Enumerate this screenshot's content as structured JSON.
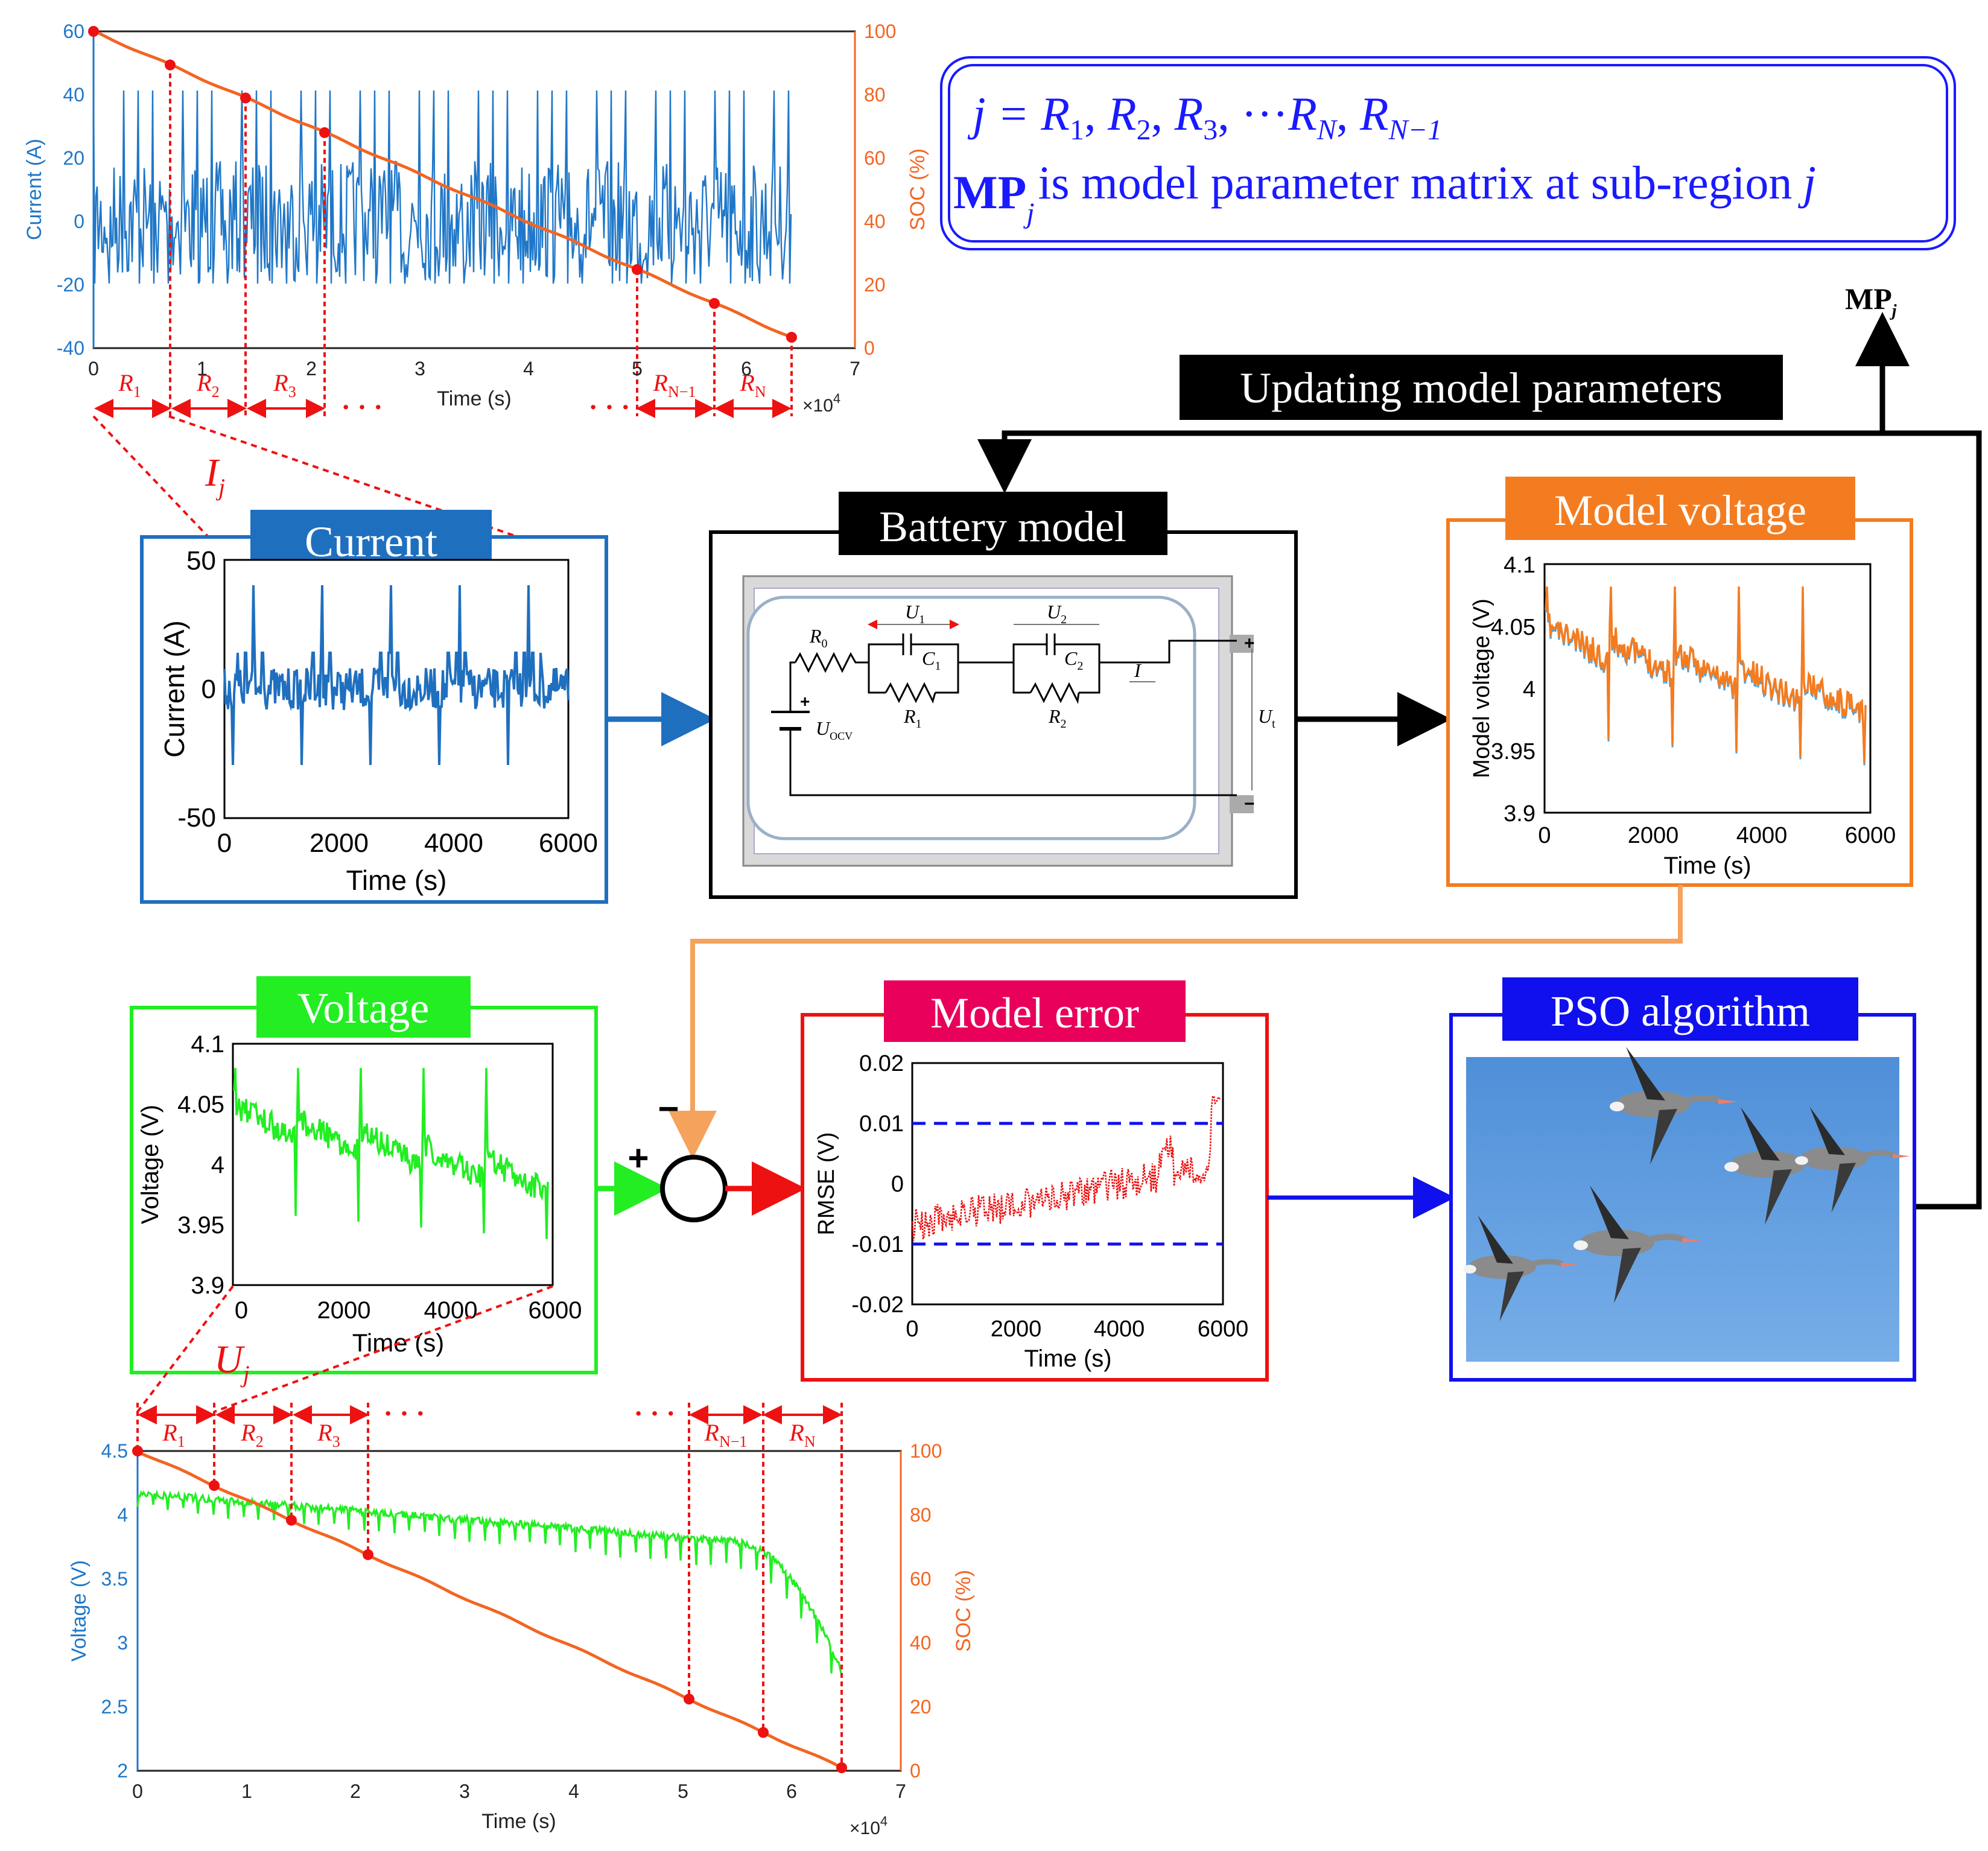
{
  "top_chart": {
    "y_left_label": "Current (A)",
    "y_right_label": "SOC (%)",
    "x_label": "Time (s)",
    "x_exponent": "×10",
    "x_exponent_power": "4",
    "y_left_ticks": [
      "60",
      "40",
      "20",
      "0",
      "-20",
      "-40"
    ],
    "y_right_ticks": [
      "100",
      "80",
      "60",
      "40",
      "20",
      "0"
    ],
    "x_ticks": [
      "0",
      "1",
      "2",
      "3",
      "4",
      "5",
      "6",
      "7"
    ],
    "region_labels": [
      "R",
      "R",
      "R",
      "R",
      "R"
    ],
    "region_subs": [
      "1",
      "2",
      "3",
      "N−1",
      "N"
    ],
    "ellipsis": "· · ·",
    "current_colour": "#1f77c8",
    "soc_colour": "#f26522"
  },
  "ij_label": "I",
  "ij_sub": "j",
  "uj_label": "U",
  "uj_sub": "j",
  "formula": {
    "line1": {
      "prefix": "j = ",
      "terms": [
        {
          "base": "R",
          "sub": "1"
        },
        {
          "base": "R",
          "sub": "2"
        },
        {
          "base": "R",
          "sub": "3"
        },
        {
          "base": "R",
          "sub": "N"
        },
        {
          "base": "R",
          "sub": "N−1"
        }
      ],
      "dots": "···"
    },
    "line2": {
      "mp": "MP",
      "sub": "j",
      "text": "is model parameter matrix at sub-region",
      "tail": "j"
    },
    "colour": "#1a1aff"
  },
  "mp_label": "MP",
  "mp_sub": "j",
  "update_label": "Updating model parameters",
  "current_panel": {
    "title": "Current",
    "title_bg": "#1f6fbf",
    "y_label": "Current (A)",
    "x_label": "Time (s)",
    "y_ticks": [
      "50",
      "0",
      "-50"
    ],
    "x_ticks": [
      "0",
      "2000",
      "4000",
      "6000"
    ]
  },
  "battery_panel": {
    "title": "Battery model",
    "labels": {
      "r0": "R",
      "r0_sub": "0",
      "u1": "U",
      "u1_sub": "1",
      "c1": "C",
      "c1_sub": "1",
      "r1": "R",
      "r1_sub": "1",
      "u2": "U",
      "u2_sub": "2",
      "c2": "C",
      "c2_sub": "2",
      "r2": "R",
      "r2_sub": "2",
      "i": "I",
      "uocv": "U",
      "uocv_sub": "OCV",
      "ut": "U",
      "ut_sub": "t",
      "plus": "+",
      "minus": "−"
    }
  },
  "model_voltage_panel": {
    "title": "Model voltage",
    "title_bg": "#f47c20",
    "y_label": "Model voltage (V)",
    "x_label": "Time (s)",
    "y_ticks": [
      "4.1",
      "4.05",
      "4",
      "3.95",
      "3.9"
    ],
    "x_ticks": [
      "0",
      "2000",
      "4000",
      "6000"
    ]
  },
  "voltage_panel": {
    "title": "Voltage",
    "title_bg": "#22ee22",
    "y_label": "Voltage (V)",
    "x_label": "Time (s)",
    "y_ticks": [
      "4.1",
      "4.05",
      "4",
      "3.95",
      "3.9"
    ],
    "x_ticks": [
      "0",
      "2000",
      "4000",
      "6000"
    ]
  },
  "summing_junction": {
    "plus": "+",
    "minus": "−"
  },
  "model_error_panel": {
    "title": "Model error",
    "title_bg": "#e8005a",
    "y_label": "RMSE (V)",
    "x_label": "Time (s)",
    "y_ticks": [
      "0.02",
      "0.01",
      "0",
      "-0.01",
      "-0.02"
    ],
    "x_ticks": [
      "0",
      "2000",
      "4000",
      "6000"
    ]
  },
  "pso_panel": {
    "title": "PSO algorithm",
    "title_bg": "#1010ee"
  },
  "bottom_chart": {
    "y_left_label": "Voltage (V)",
    "y_right_label": "SOC (%)",
    "x_label": "Time (s)",
    "x_exponent": "×10",
    "x_exponent_power": "4",
    "y_left_ticks": [
      "4.5",
      "4",
      "3.5",
      "3",
      "2.5",
      "2"
    ],
    "y_right_ticks": [
      "100",
      "80",
      "60",
      "40",
      "20",
      "0"
    ],
    "x_ticks": [
      "0",
      "1",
      "2",
      "3",
      "4",
      "5",
      "6",
      "7"
    ],
    "region_labels": [
      "R",
      "R",
      "R",
      "R",
      "R"
    ],
    "region_subs": [
      "1",
      "2",
      "3",
      "N−1",
      "N"
    ],
    "ellipsis": "· · ·",
    "voltage_colour": "#22ee22",
    "soc_colour": "#f26522"
  }
}
